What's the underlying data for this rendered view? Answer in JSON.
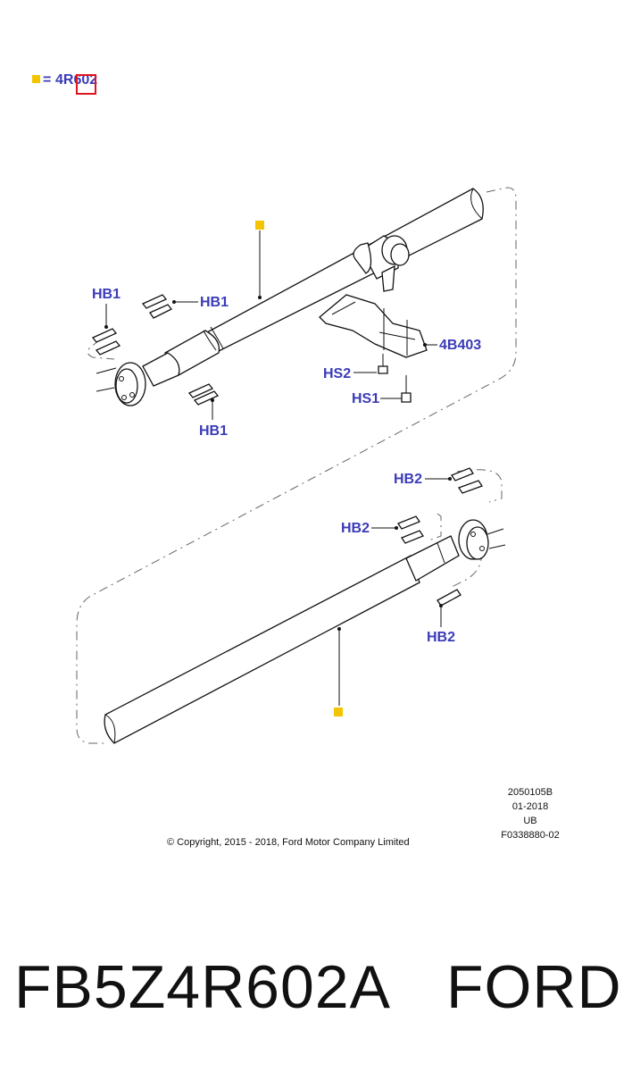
{
  "legend": {
    "symbol_color": "#f5c400",
    "equals": "=",
    "code": "4R602"
  },
  "labels": {
    "hb1_a": "HB1",
    "hb1_b": "HB1",
    "hb1_c": "HB1",
    "hb2_a": "HB2",
    "hb2_b": "HB2",
    "hb2_c": "HB2",
    "hs1": "HS1",
    "hs2": "HS2",
    "bracket": "4B403"
  },
  "meta": {
    "code1": "2050105B",
    "date": "01-2018",
    "region": "UB",
    "fig": "F0338880-02",
    "copyright": "© Copyright, 2015 - 2018, Ford Motor Company Limited"
  },
  "footer": {
    "part_number": "FB5Z4R602A",
    "brand": "FORD"
  },
  "colors": {
    "label": "#3b3bb8",
    "marker": "#f5c400",
    "highlight_box": "#e0141e"
  }
}
